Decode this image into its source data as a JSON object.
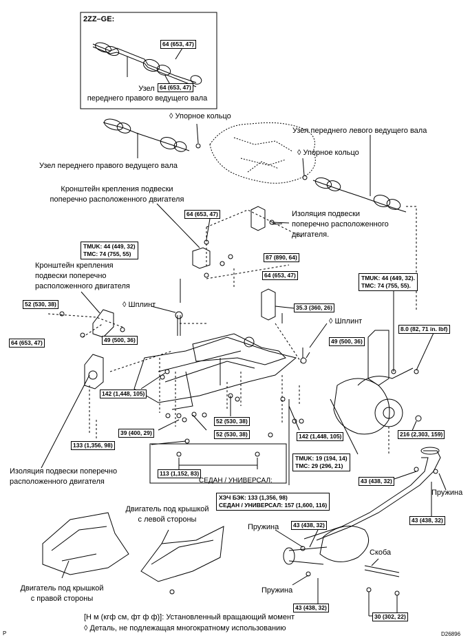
{
  "inset": {
    "engine_code": "2ZZ–GE:",
    "torque_top": "64 (653, 47)",
    "torque_bottom": "64 (653, 47)",
    "shaft_label_line1": "Узел",
    "shaft_label_line2": "переднего правого ведущего вала"
  },
  "labels": {
    "snap_ring_1": "◊ Упорное кольцо",
    "left_shaft": "Узел переднего левого ведущего вала",
    "snap_ring_2": "◊ Упорное кольцо",
    "right_shaft": "Узел переднего правого ведущего вала",
    "bracket_top_line1": "Кронштейн крепления подвески",
    "bracket_top_line2": "поперечно расположенного двигателя",
    "insulator_top_line1": "Изоляция подвески",
    "insulator_top_line2": "поперечно расположенного",
    "insulator_top_line3": "двигателя.",
    "bracket_left_line1": "Кронштейн крепления",
    "bracket_left_line2": "подвески поперечно",
    "bracket_left_line3": "расположенного двигателя",
    "cotter_pin_1": "◊ Шплинт",
    "cotter_pin_2": "◊ Шплинт",
    "insulator_left_line1": "Изоляция подвески поперечно",
    "insulator_left_line2": "расположенного двигателя",
    "under_cover_left_line1": "Двигатель под крышкой",
    "under_cover_left_line2": "с левой стороны",
    "under_cover_right_line1": "Двигатель под крышкой",
    "under_cover_right_line2": "с правой стороны",
    "spring_1": "Пружина",
    "spring_2": "Пружина",
    "spring_3": "Пружина",
    "bracket_clamp": "Скоба"
  },
  "torques": {
    "t64_a": "64 (653, 47)",
    "t_tmuk_tmc_1_a": "TMUK: 44 (449, 32)",
    "t_tmuk_tmc_1_b": "TMC: 74 (755, 55)",
    "t87": "87 (890, 64)",
    "t64_b": "64 (653, 47)",
    "t52_a": "52 (530, 38)",
    "t64_c": "64 (653, 47)",
    "t49_a": "49 (500, 36)",
    "t35": "35.3 (360, 26)",
    "t49_b": "49 (500, 36)",
    "t_tmuk_tmc_2_a": "TMUK: 44 (449, 32).",
    "t_tmuk_tmc_2_b": "TMC: 74 (755, 55).",
    "t8": "8.0 (82, 71 in. lbf)",
    "t142_a": "142 (1,448, 105)",
    "t52_b": "52 (530, 38)",
    "t52_c": "52 (530, 38)",
    "t39": "39 (400, 29)",
    "t133": "133 (1,356, 98)",
    "t142_b": "142 (1,448, 105)",
    "t216": "216 (2,303, 159)",
    "t_tmuk_tmc_3_a": "TMUK: 19 (194, 14)",
    "t_tmuk_tmc_3_b": "TMC: 29 (296, 21)",
    "t113": "113 (1,152, 83)",
    "sedan_wagon": "СЕДАН / УНИВЕРСАЛ:",
    "t43_a": "43 (438, 32)",
    "hatch_line1": "ХЭЧ БЭК: 133 (1,356, 98)",
    "hatch_line2": "СЕДАН / УНИВЕРСАЛ: 157 (1,600, 116)",
    "t43_b": "43 (438, 32)",
    "t43_c": "43 (438, 32)",
    "t43_d": "43 (438, 32)",
    "t30": "30 (302, 22)"
  },
  "legend": {
    "line1": "[Н м (кгф см, фт ф ф)]: Установленный вращающий момент",
    "line2": "◊ Деталь, не подлежащая многократному использованию"
  },
  "footer": {
    "left": "P",
    "right": "D26896"
  }
}
